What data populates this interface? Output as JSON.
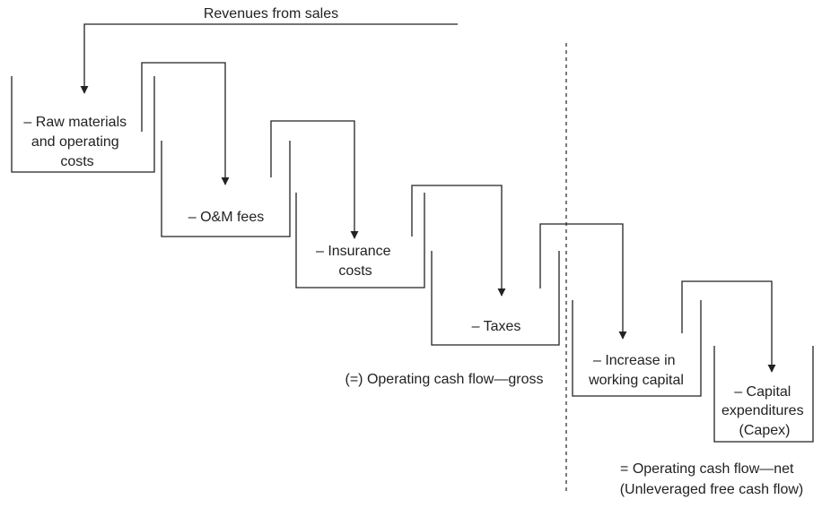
{
  "diagram": {
    "title": "Revenues from sales",
    "steps": [
      {
        "lines": [
          "– Raw materials",
          "and operating",
          "costs"
        ]
      },
      {
        "lines": [
          "– O&M fees"
        ]
      },
      {
        "lines": [
          "– Insurance",
          "costs"
        ]
      },
      {
        "lines": [
          "– Taxes"
        ]
      },
      {
        "lines": [
          "– Increase in",
          "working capital"
        ]
      },
      {
        "lines": [
          "– Capital",
          "expenditures",
          "(Capex)"
        ]
      }
    ],
    "gross_label": "(=) Operating cash flow—gross",
    "net_label": [
      "= Operating cash flow—net",
      "(Unleveraged free cash flow)"
    ]
  }
}
